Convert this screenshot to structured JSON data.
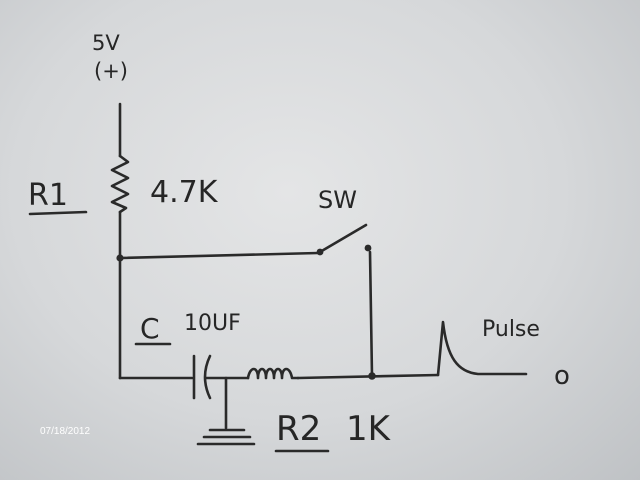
{
  "supply": {
    "voltage": "5V",
    "polarity": "(+)"
  },
  "r1": {
    "name": "R1",
    "value": "4.7K"
  },
  "switch": {
    "name": "SW"
  },
  "capacitor": {
    "name": "C",
    "value": "10UF"
  },
  "r2": {
    "name": "R2",
    "value": "1K"
  },
  "output": {
    "label": "Pulse",
    "terminal": "o"
  },
  "photo": {
    "date_stamp": "07/18/2012"
  }
}
